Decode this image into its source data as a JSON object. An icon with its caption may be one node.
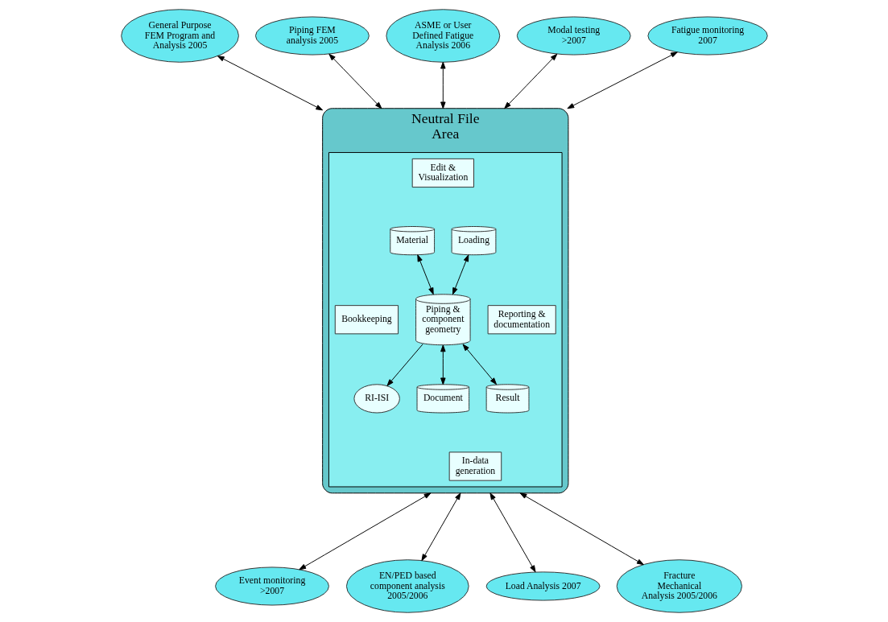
{
  "diagram": {
    "nodes": [
      {
        "text": [
          "Neutral File Area"
        ]
      },
      {
        "text": [],
        "shape": "box",
        "in": 0
      },
      {
        "text": [
          "Edit & Visualization"
        ],
        "in": 1
      },
      {
        "text": [
          "Material"
        ],
        "in": 1
      },
      {
        "text": [
          "Loading"
        ],
        "in": 1
      },
      {
        "text": [
          "Bookkeeping"
        ],
        "in": 1
      },
      {
        "text": [
          "Piping & component geometry"
        ],
        "in": 1
      },
      {
        "text": [
          "Reporting & documentation"
        ],
        "in": 1
      },
      {
        "text": [
          "RI-ISI"
        ],
        "in": 1
      },
      {
        "text": [
          "Document"
        ],
        "in": 1
      },
      {
        "text": [
          "Result"
        ],
        "in": 1
      },
      {
        "text": [
          "In-data generation"
        ],
        "in": 1
      },
      {
        "text": [
          "General Purpose FEM Program and Analysis 2005"
        ]
      },
      {
        "text": [
          "Piping FEM analysis 2005"
        ]
      },
      {
        "text": [
          "ASME or User Defined Fatigue Analysis 2006"
        ]
      },
      {
        "text": [
          "Modal testing >2007"
        ]
      },
      {
        "text": [
          "Fatigue monitoring 2007"
        ]
      },
      {
        "text": [
          "Event monitoring >2007"
        ]
      },
      {
        "text": [
          "EN/PED based component analysis 2005/2006"
        ]
      },
      {
        "text": [
          "Load Analysis 2007"
        ]
      },
      {
        "text": [
          "Fracture Mechanical Analysis 2005/2006"
        ]
      }
    ],
    "edges": [
      {
        "from": 12,
        "to": 0,
        "arrow": "both"
      },
      {
        "from": 13,
        "to": 0,
        "arrow": "both"
      },
      {
        "from": 14,
        "to": 0,
        "arrow": "both"
      },
      {
        "from": 15,
        "to": 0,
        "arrow": "both"
      },
      {
        "from": 16,
        "to": 0,
        "arrow": "both"
      },
      {
        "from": 17,
        "to": 0,
        "arrow": "both"
      },
      {
        "from": 18,
        "to": 0,
        "arrow": "both"
      },
      {
        "from": 19,
        "to": 0,
        "arrow": "both"
      },
      {
        "from": 20,
        "to": 0,
        "arrow": "both"
      },
      {
        "from": 3,
        "to": 6,
        "arrow": "both"
      },
      {
        "from": 4,
        "to": 6,
        "arrow": "both"
      },
      {
        "from": 6,
        "to": 8,
        "arrow": "to"
      },
      {
        "from": 6,
        "to": 9,
        "arrow": "both"
      },
      {
        "from": 6,
        "to": 10,
        "arrow": "both"
      }
    ]
  }
}
